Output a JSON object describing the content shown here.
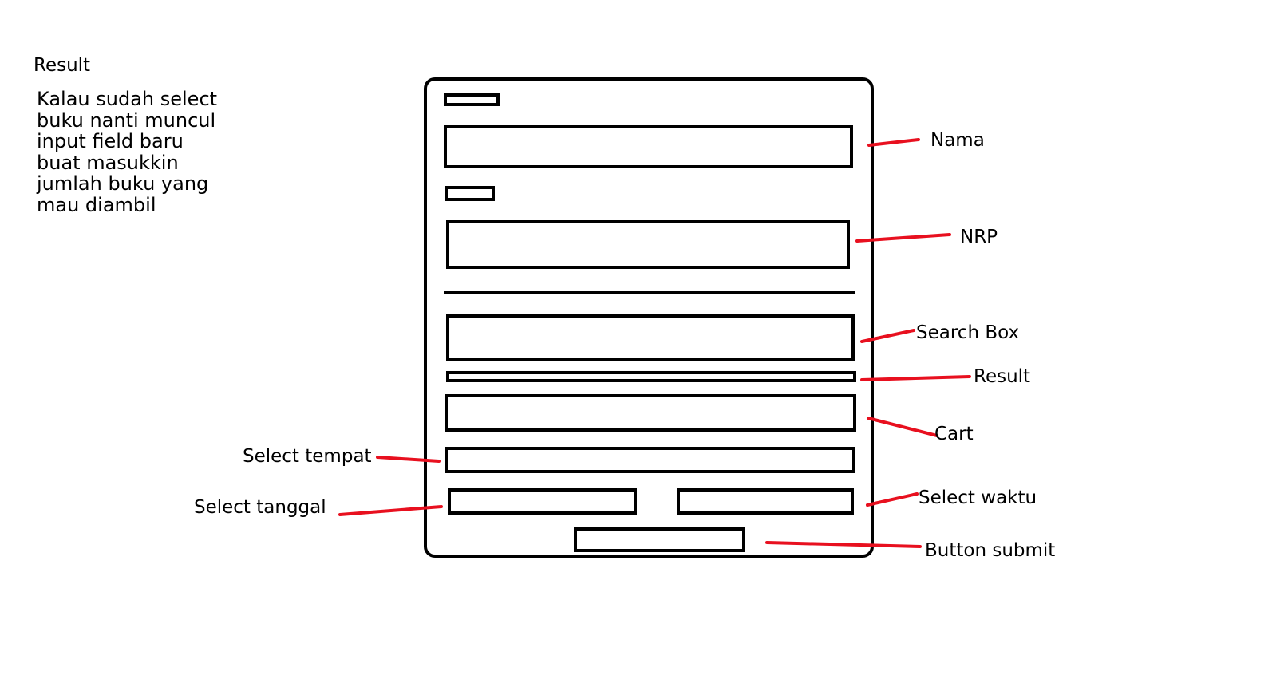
{
  "note": {
    "title": "Result",
    "lines": [
      "Kalau sudah select",
      "buku nanti muncul",
      "input field baru",
      "buat masukkin",
      "jumlah buku yang",
      "mau diambil"
    ]
  },
  "annotations": {
    "nama": "Nama",
    "nrp": "NRP",
    "search_box": "Search Box",
    "result": "Result",
    "cart": "Cart",
    "select_tempat": "Select tempat",
    "select_tanggal": "Select tanggal",
    "select_waktu": "Select waktu",
    "button_submit": "Button submit"
  },
  "colors": {
    "outline": "#000000",
    "leader": "#e8101f",
    "background": "#ffffff"
  }
}
